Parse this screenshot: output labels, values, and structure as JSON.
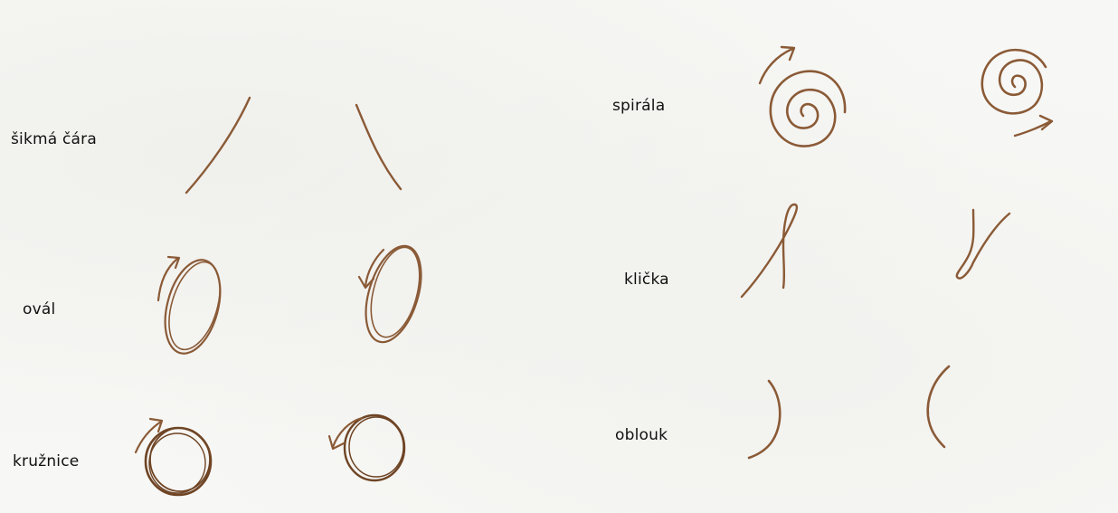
{
  "labels": {
    "sikma_cara": "šikmá čára",
    "oval": "ovál",
    "kruznice": "kružnice",
    "spirala": "spirála",
    "klicka": "klička",
    "oblouk": "oblouk"
  },
  "colors": {
    "ink": "#8a5a36",
    "ink_dark": "#6e4424",
    "paper": "#f7f7f5",
    "text": "#111111"
  }
}
